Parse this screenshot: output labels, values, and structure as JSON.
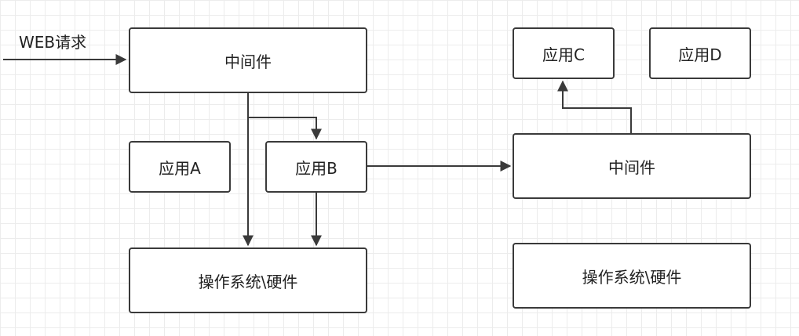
{
  "request_label": "WEB请求",
  "left_stack": {
    "middleware": "中间件",
    "app_a": "应用A",
    "app_b": "应用B",
    "os_hardware": "操作系统\\硬件"
  },
  "right_stack": {
    "app_c": "应用C",
    "app_d": "应用D",
    "middleware": "中间件",
    "os_hardware": "操作系统\\硬件"
  },
  "colors": {
    "line": "#3a3a3a",
    "border": "#3a3a3a",
    "grid": "#ececec"
  }
}
